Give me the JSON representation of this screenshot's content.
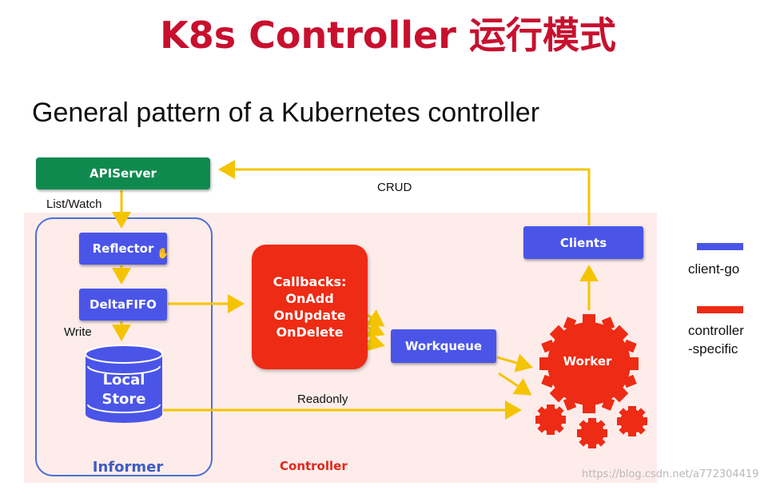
{
  "title": "K8s Controller 运行模式",
  "subtitle": "General pattern of a Kubernetes controller",
  "nodes": {
    "apiserver": "APIServer",
    "reflector": "Reflector",
    "deltafifo": "DeltaFIFO",
    "local_store": [
      "Local",
      "Store"
    ],
    "callbacks": [
      "Callbacks:",
      "OnAdd",
      "OnUpdate",
      "OnDelete"
    ],
    "workqueue": "Workqueue",
    "worker": "Worker",
    "clients": "Clients"
  },
  "edge_labels": {
    "list_watch": "List/Watch",
    "write": "Write",
    "crud": "CRUD",
    "readonly": "Readonly"
  },
  "groups": {
    "informer": "Informer",
    "controller": "Controller"
  },
  "legend": {
    "client_go": {
      "label": "client-go",
      "color": "#4a55e8"
    },
    "controller_specific": {
      "label": [
        "controller",
        "-specific"
      ],
      "color": "#ee2b14"
    }
  },
  "colors": {
    "title": "#c8102e",
    "apiserver": "#0f8a4f",
    "arrow": "#f5c400"
  },
  "watermark": "https://blog.csdn.net/a772304419"
}
